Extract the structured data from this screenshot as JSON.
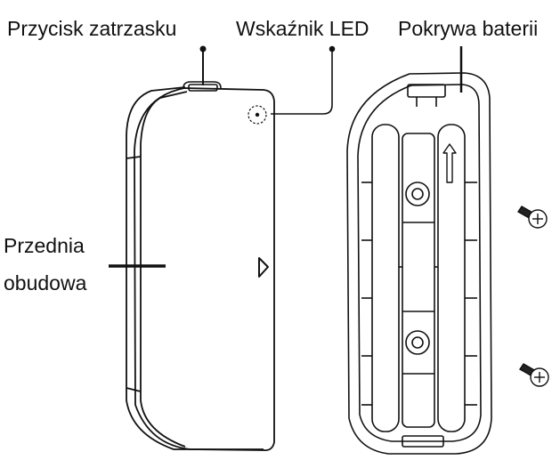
{
  "labels": {
    "latch_button": "Przycisk zatrzasku",
    "led_indicator": "Wskaźnik LED",
    "battery_cover": "Pokrywa baterii",
    "front_housing_line1": "Przednia",
    "front_housing_line2": "obudowa"
  },
  "colors": {
    "line": "#111111",
    "background": "#ffffff"
  }
}
